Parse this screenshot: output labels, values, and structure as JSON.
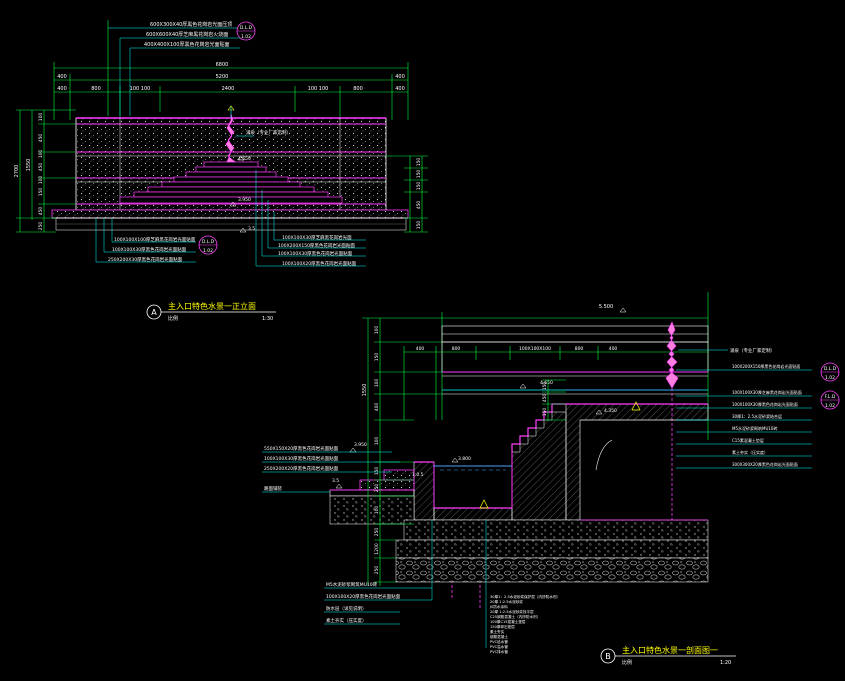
{
  "colors": {
    "background": "#000000",
    "outline": "#ffffff",
    "dimension": "#00ff40",
    "annotation": "#ffffff",
    "leader": "#00ffff",
    "finish": "#ff3cff",
    "fountain": "#ff7fdf",
    "tag": "#ff44ff",
    "water": "#4aa0ff",
    "marker": "#ffff00",
    "hatch": "#9a9a9a",
    "gravel": "#c8c8c8",
    "grid": "#808080"
  },
  "elevation": {
    "title": "主入口特色水景一正立面",
    "scale_word": "比例",
    "scale": "1:30",
    "marker": "A",
    "dims_top": [
      "6800",
      "5200",
      "400"
    ],
    "dims_row3": [
      "400",
      "800",
      "2400",
      "800",
      "400"
    ],
    "dims_row3_mid": [
      "100 100",
      "100 100"
    ],
    "dims_left": [
      "2700",
      "1550",
      "100",
      "450",
      "100",
      "450",
      "100",
      "150",
      "150",
      "150",
      "450",
      "250"
    ],
    "dims_right": [
      "150",
      "150",
      "150",
      "450",
      "150"
    ],
    "level_fountain": "4.650",
    "level_mid": "3.950",
    "level_base": "3.5",
    "fountain_note": "涌泉（专业厂家定制）",
    "top_callouts": [
      "600X300X40厚黑色花岗岩光面压顶",
      "600X600X40厚芝麻黑花岗岩火烧面",
      "400X400X100厚黑色花岗岩光面贴面"
    ],
    "top_tag": {
      "num": "D.L.D",
      "sheet": "1.02"
    },
    "left_callouts": [
      "100X100X100厚芝麻黑花岗岩光面贴面",
      "100X100X30厚黑色花岗岩光面贴面",
      "250X200X30厚黑色花岗岩光面贴面"
    ],
    "left_tag": {
      "num": "D.L.D",
      "sheet": "1.02"
    },
    "right_callouts": [
      "100X100X30厚芝麻黑花岗岩光面",
      "100X200X150厚黑色花岗岩光面贴面",
      "100X100X30厚黑色花岗岩光面贴面",
      "100X100X20厚黑色花岗岩光面贴面"
    ]
  },
  "section": {
    "title": "主入口特色水景一剖面图一",
    "scale_word": "比例",
    "scale": "1:20",
    "marker": "B",
    "dim_top": "5.500",
    "dims_row": [
      "400",
      "800",
      "100X100X100",
      "800",
      "400"
    ],
    "dims_left": [
      "1550",
      "100",
      "150",
      "100",
      "400",
      "100",
      "150",
      "250",
      "100",
      "250",
      "1200",
      "250",
      "200",
      "100"
    ],
    "dims_stair": [
      "150",
      "450",
      "150"
    ],
    "level_top": "4.650",
    "level_right": "4.350",
    "level_water": "3.800",
    "level_left": "3.950",
    "level_ground": "3.5",
    "level_gauge": "1:0.5",
    "fountain_note": "涌泉（专业厂家定制）",
    "right_callouts": [
      "100X200X150厚黑色花岗岩光面贴面",
      "100X100X30厚芝麻黑花岗岩光面贴面",
      "100X100X30厚黑色花岗岩光面贴面",
      "30厚1：2.5水泥砂浆结合层",
      "M5水泥砂浆砌筑MU10砖",
      "C15素混凝土垫层",
      "素土夯实（压实度）",
      "300X300X20厚黑色花岗岩光面贴面"
    ],
    "right_tags": [
      {
        "num": "D.L.D",
        "sheet": "1.02"
      },
      {
        "num": "F.L.D",
        "sheet": "1.02"
      }
    ],
    "left_callouts": [
      "550X150X20厚黑色花岗岩光面贴面",
      "100X100X30厚黑色花岗岩光面贴面",
      "250X200X20厚黑色花岗岩光面贴面"
    ],
    "pave_label": "路面铺装",
    "bottom_left_callouts": [
      "M5水泥砂浆砌筑MU10砖",
      "100X100X20厚黑色花岗岩光面贴面",
      "防水层（详见说明）",
      "素土夯实（压实度）"
    ],
    "bottom_callouts": [
      "30厚1：2.5水泥砂浆保护层（内掺防水剂）",
      "20厚 1:2.5水泥砂浆",
      "JS防水涂料",
      "20厚 1:2.5水泥砂浆找平层",
      "C25钢筋混凝土（内掺防水剂）",
      "100厚C15混凝土垫层",
      "150厚碎石垫层",
      "素土夯实",
      "钢筋混凝土",
      "PVC给水管",
      "PVC溢水管",
      "PVC排水管"
    ]
  }
}
